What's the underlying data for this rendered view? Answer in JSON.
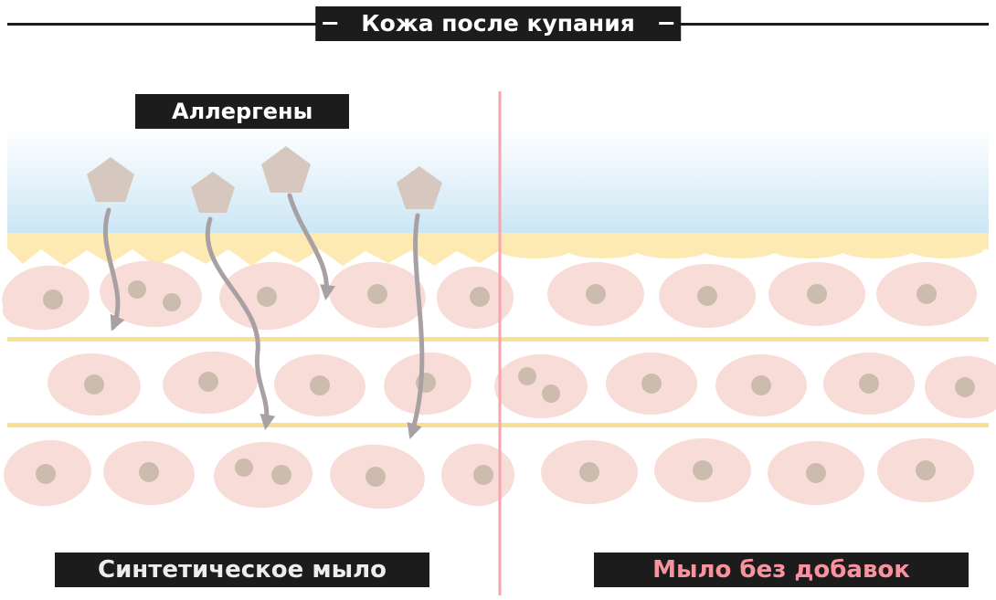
{
  "title": "Кожа после купания",
  "labels": {
    "allergens": "Аллергены",
    "left_panel": "Синтетическое мыло",
    "right_panel": "Мыло без добавок"
  },
  "colors": {
    "ink": "#1c1c1c",
    "label_text": "#ffffff",
    "water_blue": "#cbe6f5",
    "surface_yellow": "#fceab2",
    "separator_yellow": "#f8e193",
    "cell_pink": "#f8dcd8",
    "nucleus_tan": "#cbbcae",
    "allergen_tan": "#d6c8be",
    "arrow_gray": "#a8a0a2",
    "divider_pink": "#f4a5ae",
    "right_label_pink": "#f8929e"
  }
}
